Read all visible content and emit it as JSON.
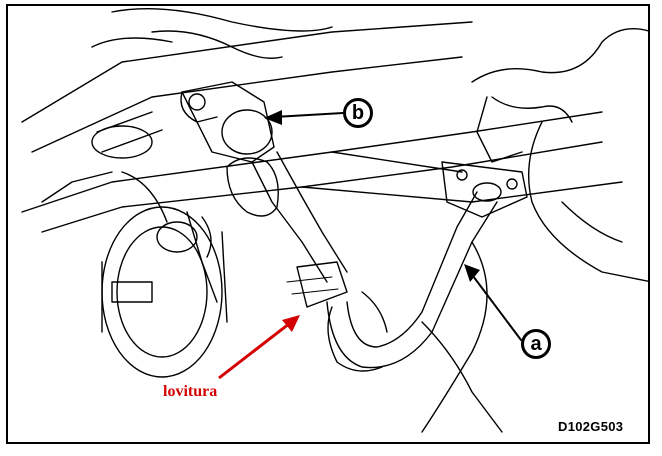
{
  "callouts": {
    "b": "b",
    "a": "a"
  },
  "annotation": {
    "text": "lovitura",
    "color": "#d40000"
  },
  "figure_code": "D102G503",
  "icons": [
    "exhaust-pipe-illustration",
    "mechanic-illustration",
    "callout-arrow",
    "red-annotation-arrow"
  ]
}
